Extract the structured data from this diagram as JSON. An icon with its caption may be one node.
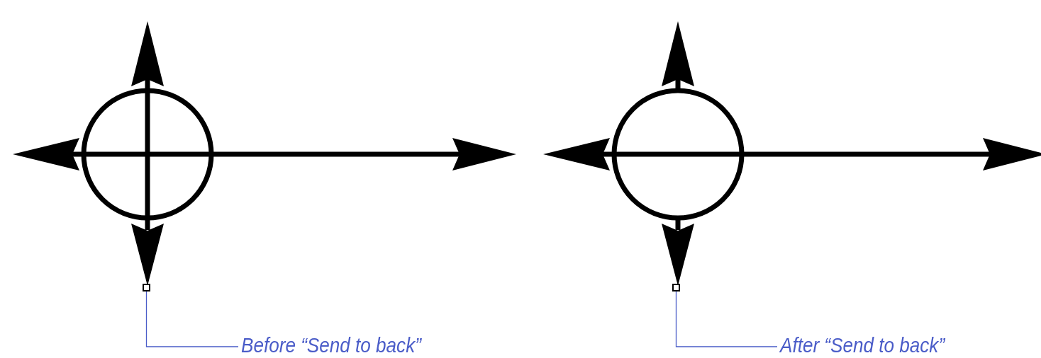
{
  "diagram": {
    "nodes": [
      {
        "text": [
          "Before “Send to back”"
        ]
      },
      {
        "text": [],
        "shape": "box"
      },
      {
        "text": [
          "After “Send to back”"
        ]
      },
      {
        "text": [],
        "shape": "box"
      }
    ],
    "edges": [
      {
        "from": 0,
        "to": 1,
        "arrow": "none"
      },
      {
        "from": 2,
        "to": 3,
        "arrow": "none"
      }
    ]
  }
}
